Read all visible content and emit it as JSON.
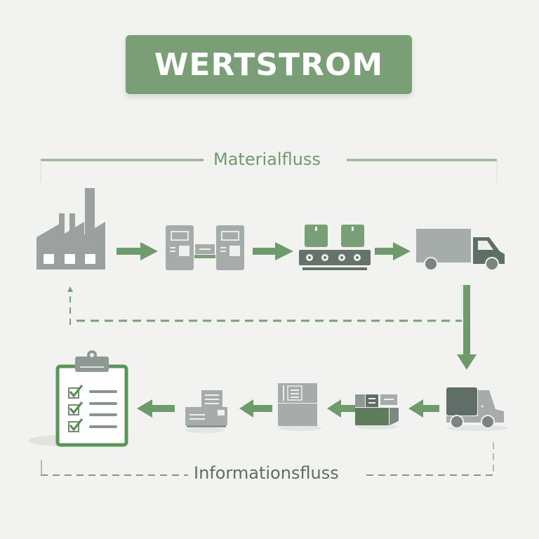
{
  "title": "WERTSTROM",
  "sections": {
    "material_flow": "Materialfluss",
    "information_flow": "Informationsfluss"
  },
  "material_flow_steps": [
    {
      "icon": "factory-icon"
    },
    {
      "icon": "machines-icon"
    },
    {
      "icon": "conveyor-belt-icon"
    },
    {
      "icon": "delivery-truck-icon"
    }
  ],
  "information_flow_steps": [
    {
      "icon": "delivery-truck-icon"
    },
    {
      "icon": "packages-icon"
    },
    {
      "icon": "storage-cabinet-icon"
    },
    {
      "icon": "printer-icon"
    },
    {
      "icon": "checklist-clipboard-icon"
    }
  ],
  "colors": {
    "accent_green": "#6f9a6b",
    "title_green": "#7a9f76",
    "icon_gray": "#a4aaa8",
    "icon_dark": "#5f6f68",
    "background": "#f2f3f1"
  }
}
